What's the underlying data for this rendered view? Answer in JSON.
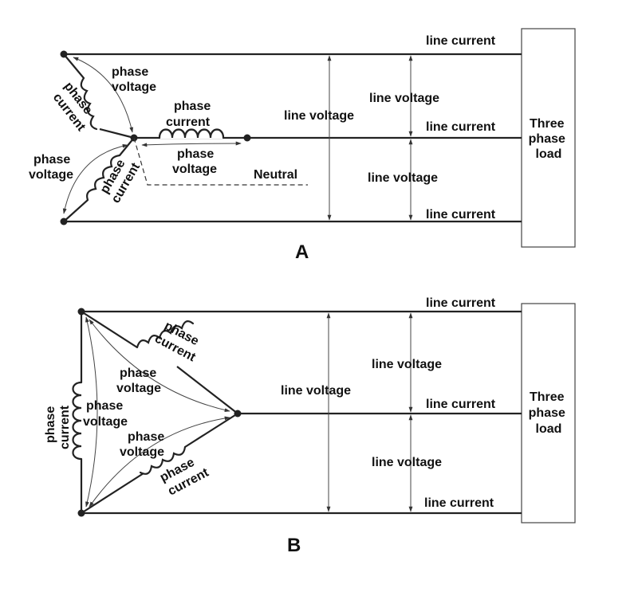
{
  "diagram_a": {
    "caption": "A",
    "line_current": "line current",
    "line_voltage": "line voltage",
    "phase": "phase",
    "current": "current",
    "voltage": "voltage",
    "neutral": "Neutral",
    "load": [
      "Three",
      "phase",
      "load"
    ]
  },
  "diagram_b": {
    "caption": "B",
    "line_current": "line current",
    "line_voltage": "line voltage",
    "phase": "phase",
    "current": "current",
    "voltage": "voltage",
    "load": [
      "Three",
      "phase",
      "load"
    ]
  }
}
